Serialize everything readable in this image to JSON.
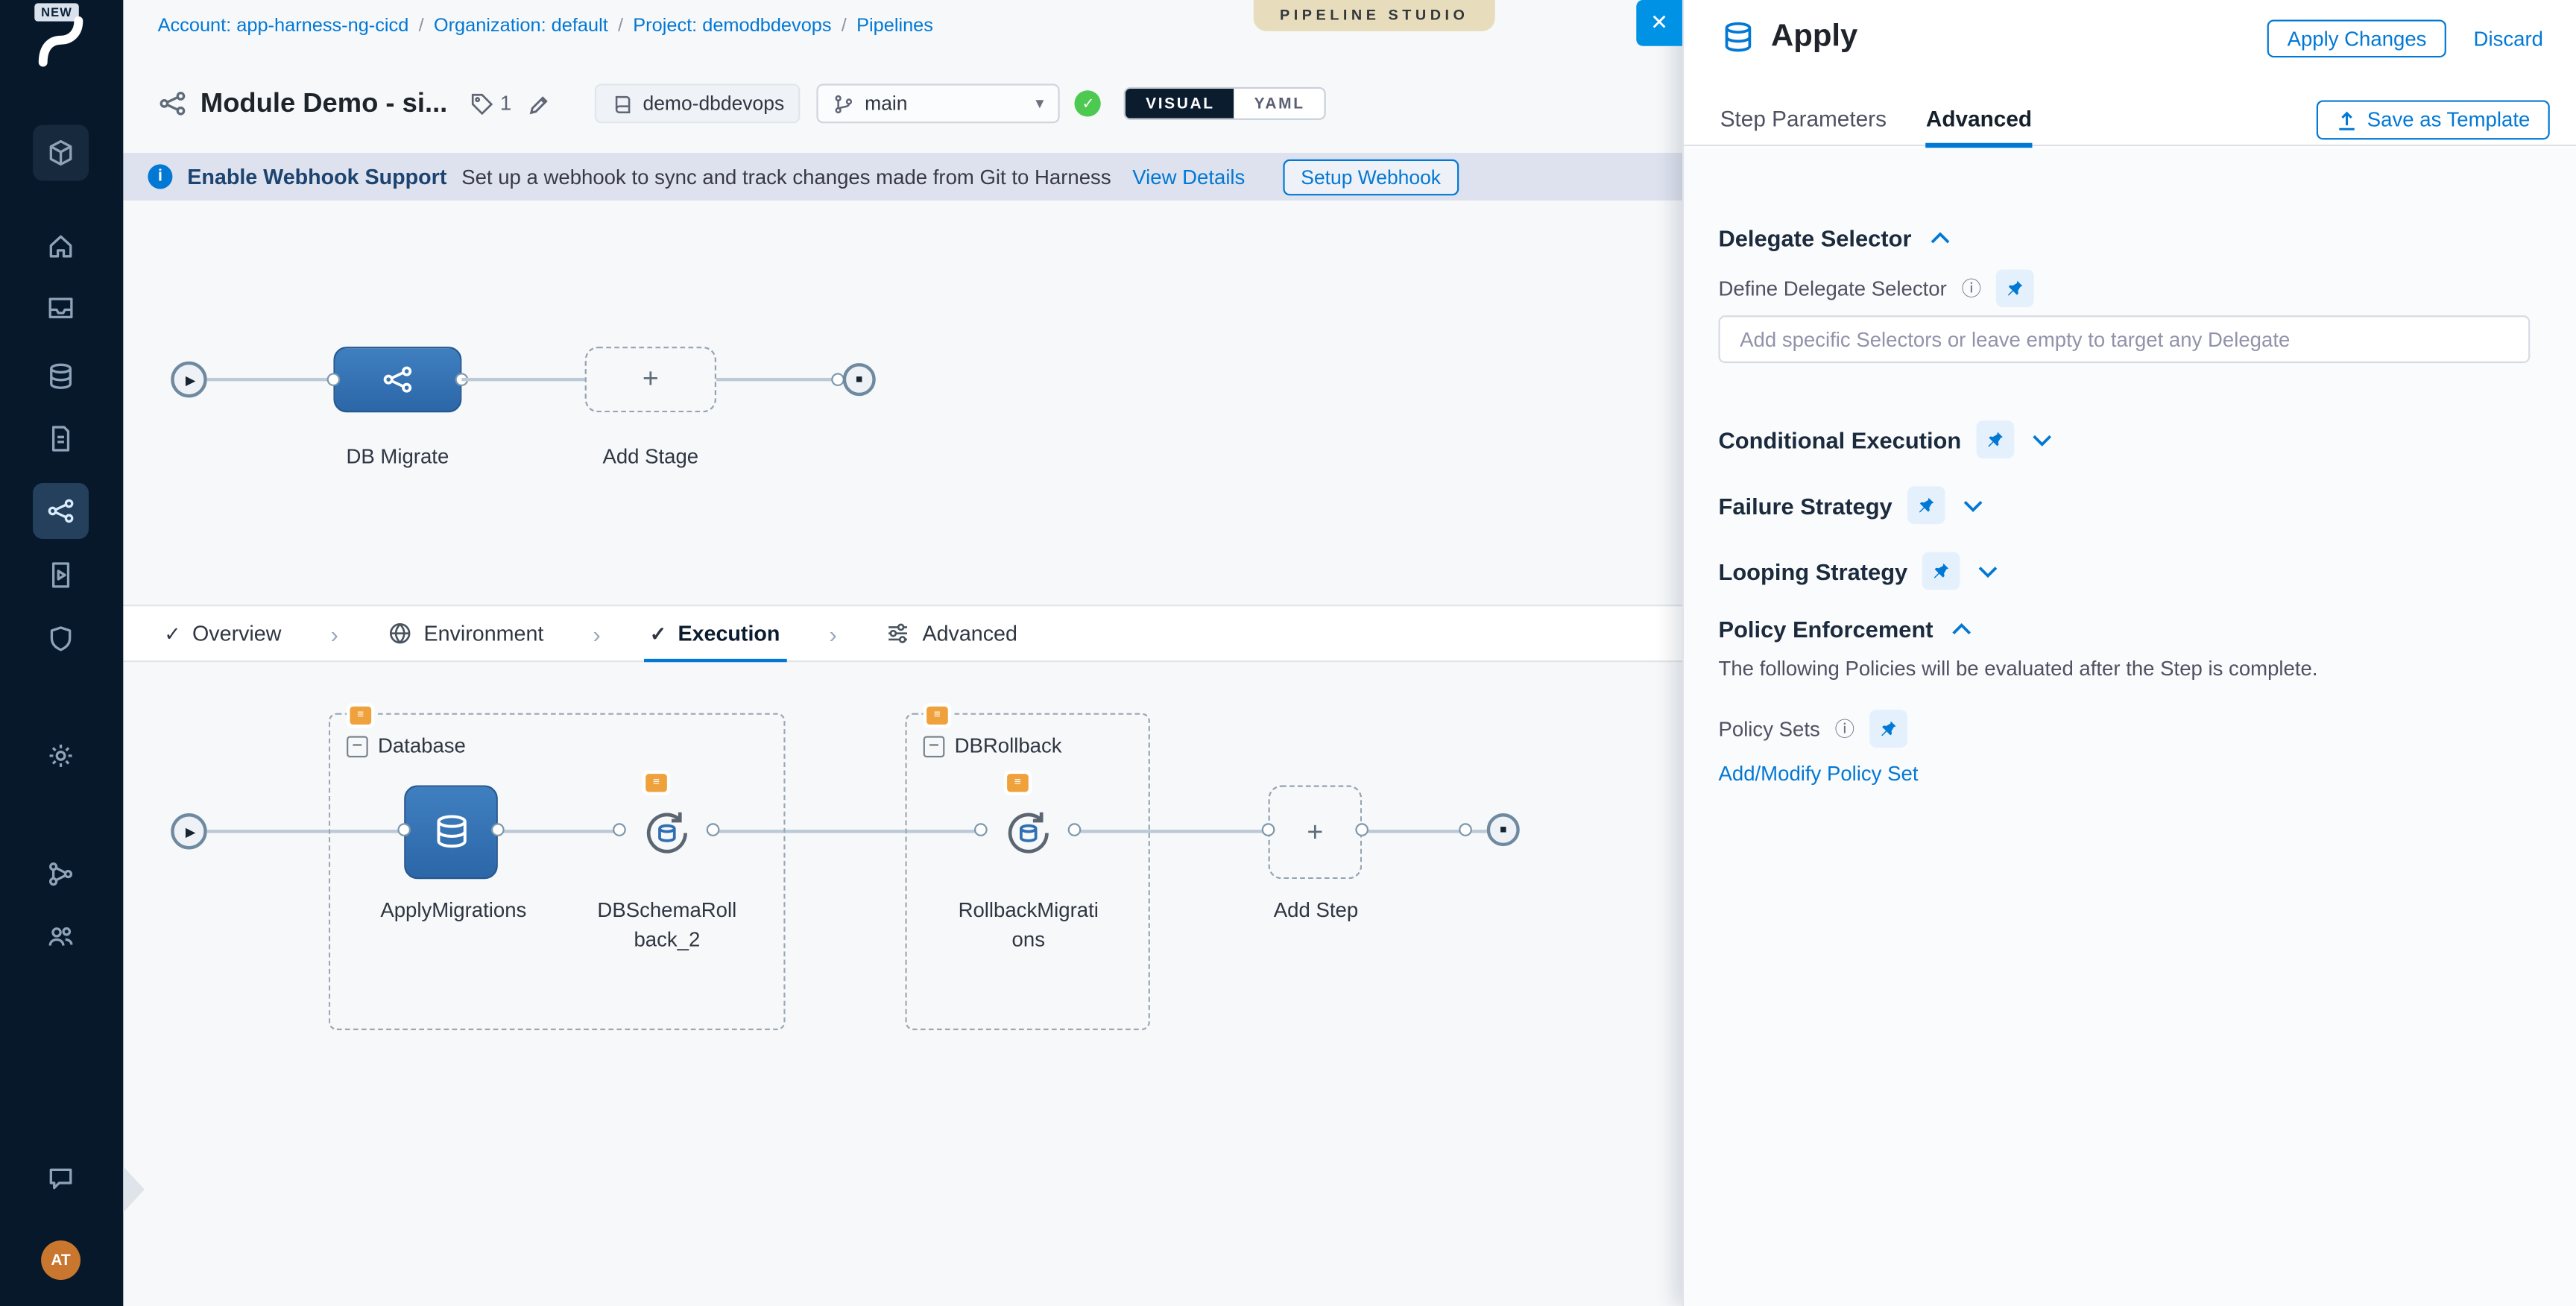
{
  "icons": {
    "plus": "+",
    "minus": "−",
    "close": "✕",
    "check": "✓",
    "chevron_right": "›",
    "chevron_down": "▾",
    "info": "ⓘ",
    "play": "▶",
    "stop": "■",
    "slash": "/",
    "i": "i",
    "template": "≡"
  },
  "colors": {
    "primary": "#0278d5",
    "sidebar_bg": "#07182b",
    "node_blue": "#3272b4",
    "success_green": "#4dc952",
    "banner_bg": "#dde2ee",
    "canvas_bg": "#f6f8fa",
    "ribbon_bg": "#e7ddbd",
    "close_btn": "#0092e4",
    "avatar_orange": "#c9762f"
  },
  "sidebar": {
    "new_badge": "NEW",
    "avatar": "AT"
  },
  "breadcrumb": {
    "items": [
      "Account: app-harness-ng-cicd",
      "Organization: default",
      "Project: demodbdevops",
      "Pipelines"
    ]
  },
  "studio": {
    "label": "PIPELINE STUDIO"
  },
  "pipeline_header": {
    "title": "Module Demo - si...",
    "tag_count": "1",
    "repo_name": "demo-dbdevops",
    "branch_name": "main",
    "visual_label": "VISUAL",
    "yaml_label": "YAML"
  },
  "webhook_banner": {
    "title": "Enable Webhook Support",
    "message": "Set up a webhook to sync and track changes made from Git to Harness",
    "view_details": "View Details",
    "setup_button": "Setup Webhook"
  },
  "stage_graph": {
    "stage_label": "DB Migrate",
    "add_stage": "Add Stage"
  },
  "stage_tabs": {
    "items": [
      {
        "label": "Overview"
      },
      {
        "label": "Environment"
      },
      {
        "label": "Execution"
      },
      {
        "label": "Advanced"
      }
    ]
  },
  "execution_graph": {
    "group1_name": "Database",
    "node1_label": "ApplyMigrations",
    "node2_label": "DBSchemaRollback_2",
    "group2_name": "DBRollback",
    "node3_label": "RollbackMigrations",
    "add_step": "Add Step"
  },
  "panel": {
    "title": "Apply",
    "apply_changes": "Apply Changes",
    "discard": "Discard",
    "tab_step_parameters": "Step Parameters",
    "tab_advanced": "Advanced",
    "save_as_template": "Save as Template",
    "delegate_heading": "Delegate Selector",
    "delegate_label": "Define Delegate Selector",
    "delegate_placeholder": "Add specific Selectors or leave empty to target any Delegate",
    "conditional_heading": "Conditional Execution",
    "failure_heading": "Failure Strategy",
    "looping_heading": "Looping Strategy",
    "policy_heading": "Policy Enforcement",
    "policy_description": "The following Policies will be evaluated after the Step is complete.",
    "policy_sets_label": "Policy Sets",
    "policy_link": "Add/Modify Policy Set"
  }
}
